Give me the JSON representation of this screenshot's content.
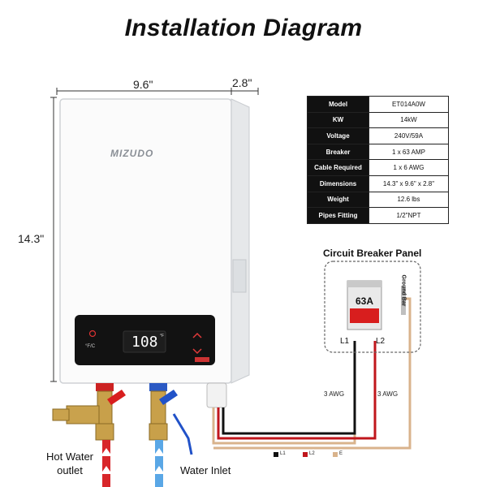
{
  "title": "Installation Diagram",
  "dimensions": {
    "width": "9.6\"",
    "depth": "2.8\"",
    "height": "14.3\""
  },
  "brand": "MIZUDO",
  "display": {
    "temperature": "108",
    "unit": "°F",
    "mode_label": "°F/C"
  },
  "spec_table": [
    {
      "key": "Model",
      "value": "ET014A0W"
    },
    {
      "key": "KW",
      "value": "14kW"
    },
    {
      "key": "Voltage",
      "value": "240V/59A"
    },
    {
      "key": "Breaker",
      "value": "1 x 63 AMP"
    },
    {
      "key": "Cable Required",
      "value": "1 x 6 AWG"
    },
    {
      "key": "Dimensions",
      "value": "14.3\" x 9.6\" x 2.8\""
    },
    {
      "key": "Weight",
      "value": "12.6 lbs"
    },
    {
      "key": "Pipes Fitting",
      "value": "1/2\"NPT"
    }
  ],
  "circuit_panel": {
    "title": "Circuit Breaker Panel",
    "breaker_rating": "63A",
    "l1": "L1",
    "l2": "L2",
    "ground_bar": "Ground Bar"
  },
  "wire_labels": {
    "left": "3 AWG",
    "right": "3 AWG"
  },
  "legend": [
    {
      "label": "L1",
      "color": "#111111"
    },
    {
      "label": "L2",
      "color": "#c0161c"
    },
    {
      "label": "E",
      "color": "#d9b38c"
    }
  ],
  "pipes": {
    "hot_label": "Hot Water outlet",
    "cold_label": "Water Inlet"
  },
  "colors": {
    "hot": "#d8262a",
    "cold": "#5aa7e6",
    "wire_l1": "#111111",
    "wire_l2": "#c0161c",
    "wire_e": "#d9b38c"
  }
}
